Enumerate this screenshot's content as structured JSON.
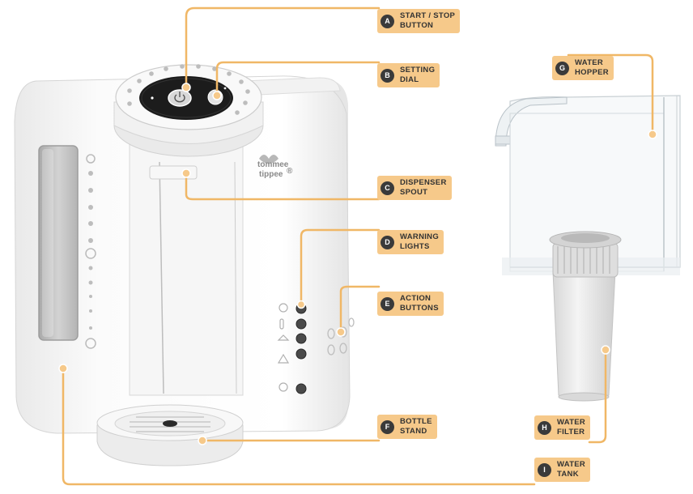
{
  "brand": {
    "line1": "tommee",
    "line2": "tippee",
    "mark": "®"
  },
  "colors": {
    "accent": "#f6c98a",
    "line": "#f0b766",
    "badge": "#3a3a3a"
  },
  "callouts": [
    {
      "id": "a",
      "letter": "A",
      "label": "START / STOP\nBUTTON"
    },
    {
      "id": "b",
      "letter": "B",
      "label": "SETTING\nDIAL"
    },
    {
      "id": "c",
      "letter": "C",
      "label": "DISPENSER\nSPOUT"
    },
    {
      "id": "d",
      "letter": "D",
      "label": "WARNING\nLIGHTS"
    },
    {
      "id": "e",
      "letter": "E",
      "label": "ACTION\nBUTTONS"
    },
    {
      "id": "f",
      "letter": "F",
      "label": "BOTTLE\nSTAND"
    },
    {
      "id": "g",
      "letter": "G",
      "label": "WATER\nHOPPER"
    },
    {
      "id": "h",
      "letter": "H",
      "label": "WATER\nFILTER"
    },
    {
      "id": "i",
      "letter": "I",
      "label": "WATER\nTANK"
    }
  ]
}
